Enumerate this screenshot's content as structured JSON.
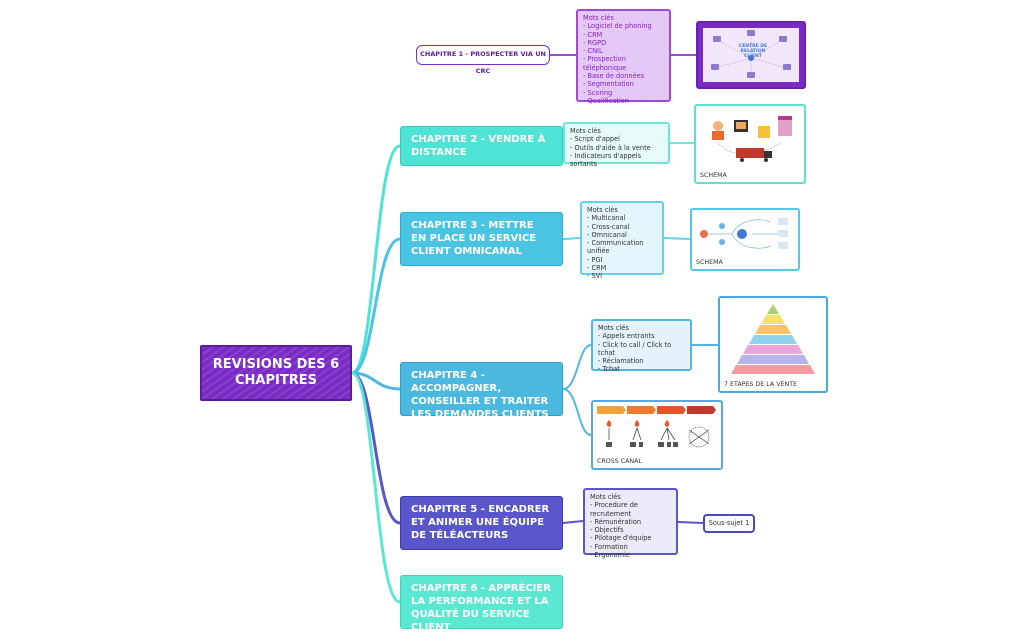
{
  "root": {
    "label": "REVISIONS DES 6 CHAPITRES"
  },
  "chapters": {
    "c1": "CHAPITRE 1 - PROSPECTER VIA UN CRC",
    "c2": "CHAPITRE 2 - VENDRE À DISTANCE",
    "c3": "CHAPITRE 3 - METTRE EN PLACE UN SERVICE CLIENT OMNICANAL",
    "c4": "CHAPITRE 4 - ACCOMPAGNER, CONSEILLER ET TRAITER LES DEMANDES CLIENTS",
    "c5": "CHAPITRE 5 - ENCADRER ET ANIMER UNE ÉQUIPE DE TÉLÉACTEURS",
    "c6": "CHAPITRE 6 - APPRÉCIER LA PERFORMANCE ET LA QUALITÉ DU SERVICE CLIENT"
  },
  "keywords": {
    "k1": {
      "title": "Mots clés",
      "items": [
        "- Logiciel de phoning",
        "- CRM",
        "- RGPD",
        "- CNIL",
        "- Prospection téléphonique",
        "- Base de données",
        "- Segmentation",
        "- Scoring",
        "- Qualification"
      ]
    },
    "k2": {
      "title": "Mots clés",
      "items": [
        "- Script d'appel",
        "- Outils d'aide à la vente",
        "- Indicateurs d'appels sortants"
      ]
    },
    "k3": {
      "title": "Mots clés",
      "items": [
        "- Multicanal",
        "- Cross-canal",
        "- Omnicanal",
        "- Communication unifiée",
        "- PGI",
        "- CRM",
        "- SVI"
      ]
    },
    "k4": {
      "title": "Mots clés",
      "items": [
        "- Appels entrants",
        "- Click to call / Click to tchat",
        "- Réclamation",
        "- Tchat"
      ]
    },
    "k5": {
      "title": "Mots clés",
      "items": [
        "- Procedure de recrutement",
        "- Rémunération",
        "- Objectifs",
        "- Pilotage d'équipe",
        "- Formation",
        "- Ergonomie"
      ]
    }
  },
  "subtopic": "Sous-sujet 1",
  "images": {
    "i1": {
      "caption": "",
      "center_label": "CENTRE DE RELATION CLIENT"
    },
    "i2": {
      "caption": "SCHEMA"
    },
    "i3": {
      "caption": "SCHEMA"
    },
    "i4": {
      "caption": "7 ETAPES DE LA VENTE"
    },
    "i5": {
      "caption": "CROSS CANAL"
    }
  },
  "colors": {
    "root": "#7a2bc4",
    "chapter1": "#7a2bc4",
    "chapter2": "#4ee3d4",
    "chapter3": "#49c4e2",
    "chapter4": "#4bb8e0",
    "chapter5": "#5956c9",
    "chapter6": "#5ae8d2"
  }
}
